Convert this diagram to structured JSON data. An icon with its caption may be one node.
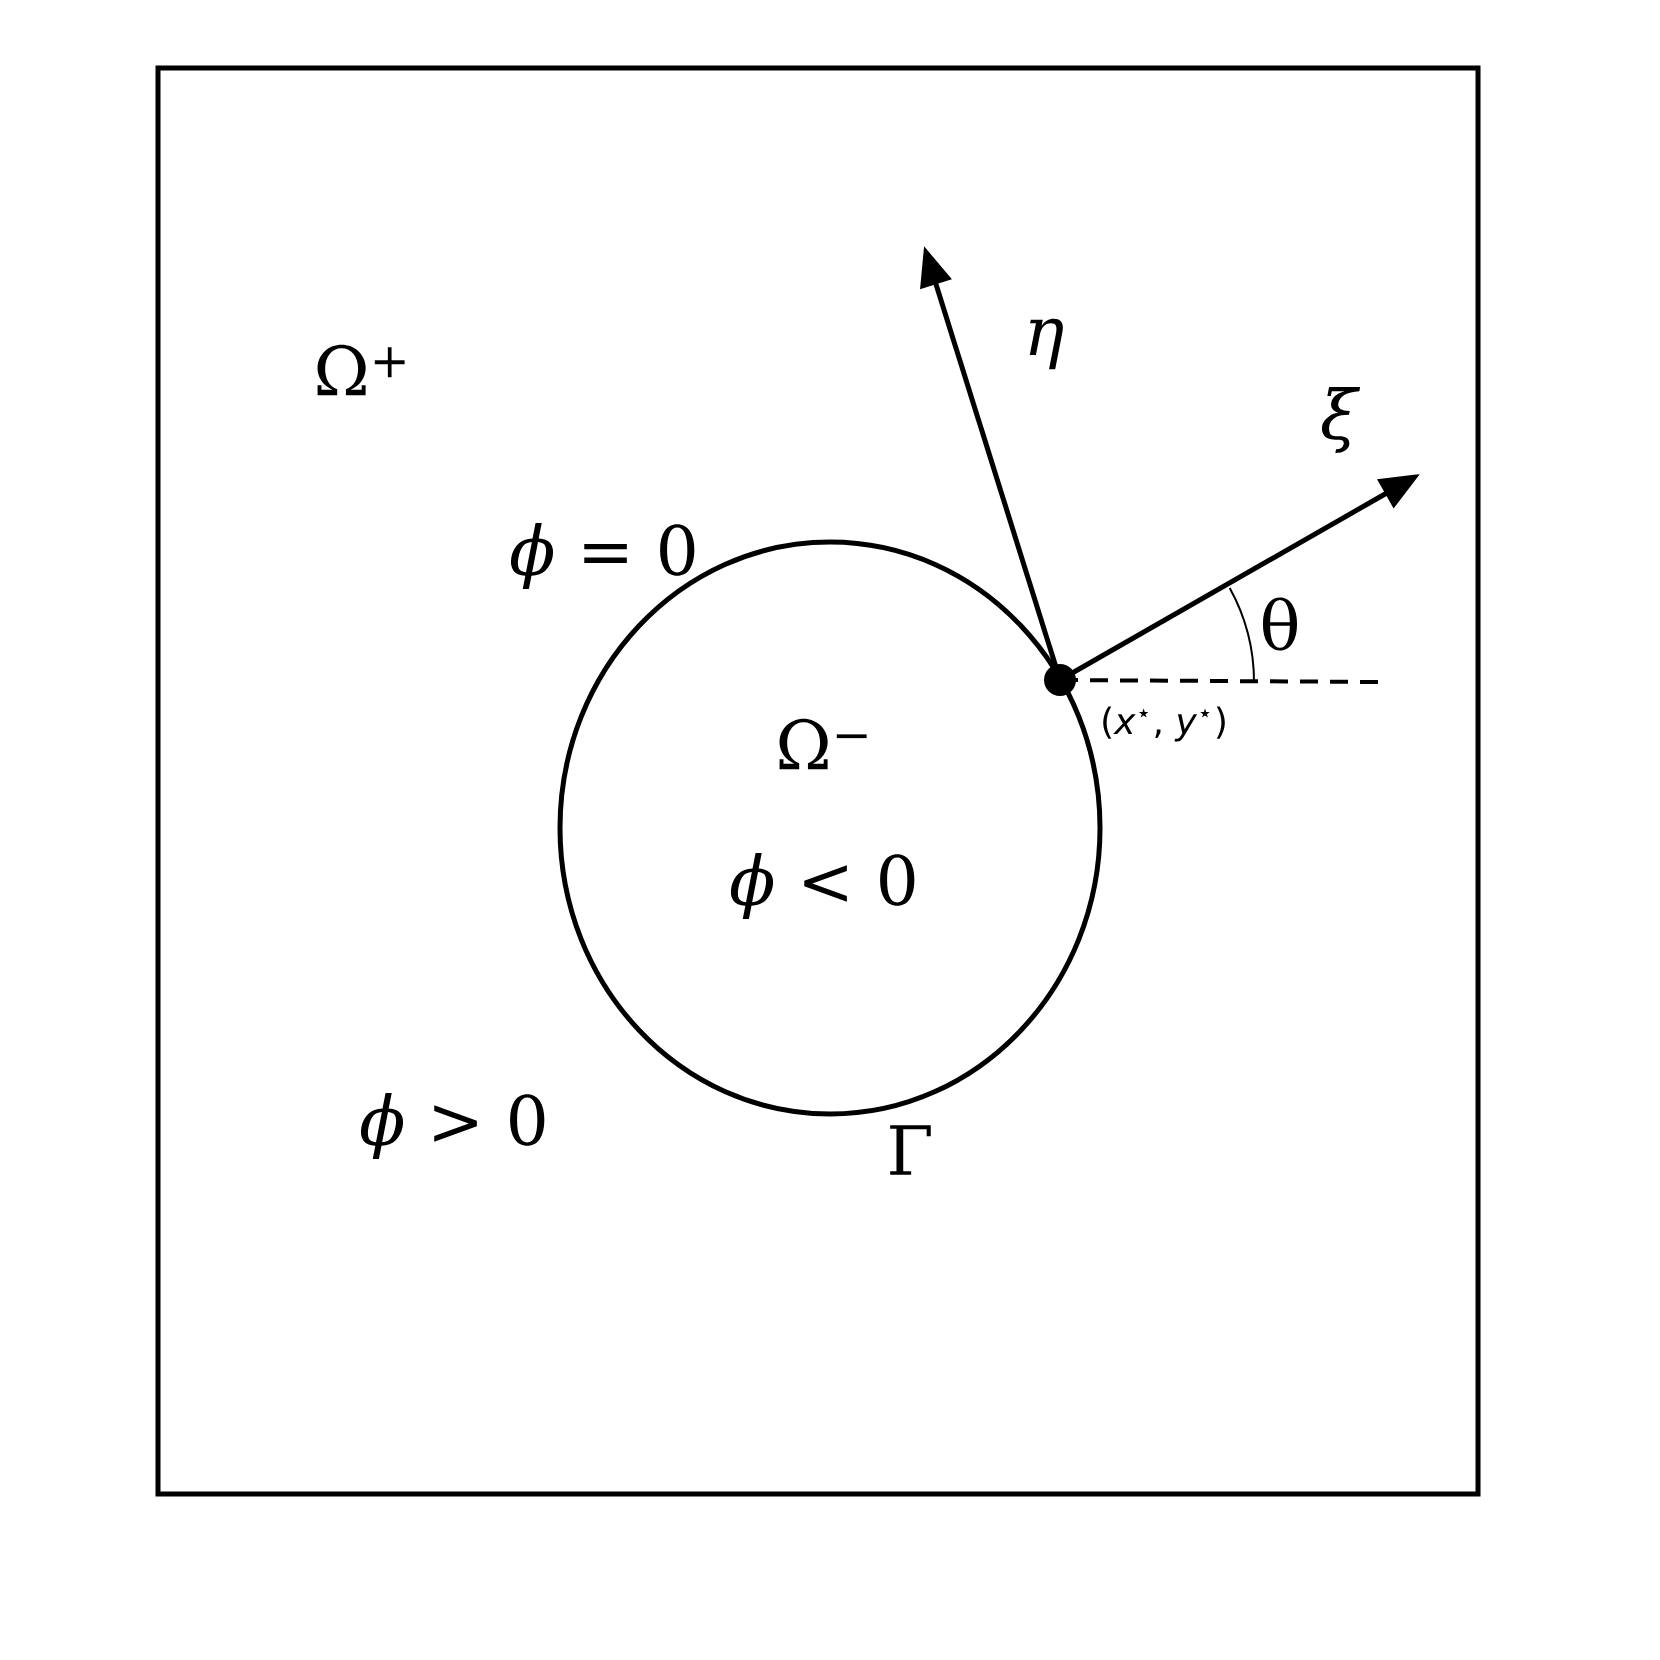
{
  "diagram": {
    "nodes": [
      {
        "text": [
          "Ω$^{+}$",
          "*ϕ* > 0"
        ]
      },
      {
        "text": [
          "Ω$^{−}$",
          "*ϕ* < 0"
        ],
        "in": 0,
        "beside": [
          "*ϕ* = 0",
          "Γ"
        ]
      }
    ],
    "labels": [
      "*η*",
      "*ξ*",
      "θ",
      "(*x*$^{⋆}$, *y*$^{⋆}$)"
    ]
  }
}
